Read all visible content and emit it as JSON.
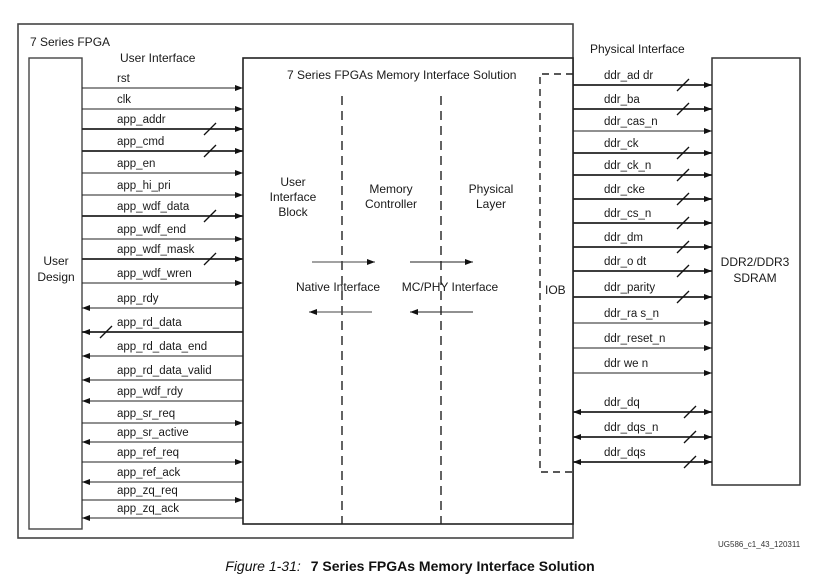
{
  "diagram": {
    "fpga_label": "7 Series FPGA",
    "user_interface_label": "User Interface",
    "user_design_label": [
      "User",
      "Design"
    ],
    "mis_title": "7 Series FPGAs Memory Interface Solution",
    "blocks": {
      "user_interface_block": [
        "User",
        "Interface",
        "Block"
      ],
      "memory_controller": [
        "Memory",
        "Controller"
      ],
      "physical_layer": [
        "Physical",
        "Layer"
      ]
    },
    "native_interface_label": "Native Interface",
    "mcphy_interface_label": "MC/PHY Interface",
    "iob_label": "IOB",
    "physical_interface_label": "Physical Interface",
    "sdram_label": [
      "DDR2/DDR3",
      "SDRAM"
    ],
    "user_signals": [
      {
        "name": "rst",
        "dir": "in",
        "bus": false
      },
      {
        "name": "clk",
        "dir": "in",
        "bus": false
      },
      {
        "name": "app_addr",
        "dir": "in",
        "bus": true
      },
      {
        "name": "app_cmd",
        "dir": "in",
        "bus": true
      },
      {
        "name": "app_en",
        "dir": "in",
        "bus": false
      },
      {
        "name": "app_hi_pri",
        "dir": "in",
        "bus": false
      },
      {
        "name": "app_wdf_data",
        "dir": "in",
        "bus": true
      },
      {
        "name": "app_wdf_end",
        "dir": "in",
        "bus": false
      },
      {
        "name": "app_wdf_mask",
        "dir": "in",
        "bus": true
      },
      {
        "name": "app_wdf_wren",
        "dir": "in",
        "bus": false
      },
      {
        "name": "app_rdy",
        "dir": "out",
        "bus": false
      },
      {
        "name": "app_rd_data",
        "dir": "out",
        "bus": true
      },
      {
        "name": "app_rd_data_end",
        "dir": "out",
        "bus": false
      },
      {
        "name": "app_rd_data_valid",
        "dir": "out",
        "bus": false
      },
      {
        "name": "app_wdf_rdy",
        "dir": "out",
        "bus": false
      },
      {
        "name": "app_sr_req",
        "dir": "in",
        "bus": false
      },
      {
        "name": "app_sr_active",
        "dir": "out",
        "bus": false
      },
      {
        "name": "app_ref_req",
        "dir": "in",
        "bus": false
      },
      {
        "name": "app_ref_ack",
        "dir": "out",
        "bus": false
      },
      {
        "name": "app_zq_req",
        "dir": "in",
        "bus": false
      },
      {
        "name": "app_zq_ack",
        "dir": "out",
        "bus": false
      }
    ],
    "ddr_signals": [
      {
        "name": "ddr_ad dr",
        "dir": "out",
        "bus": true
      },
      {
        "name": "ddr_ba",
        "dir": "out",
        "bus": true
      },
      {
        "name": "ddr_cas_n",
        "dir": "out",
        "bus": false
      },
      {
        "name": "ddr_ck",
        "dir": "out",
        "bus": true
      },
      {
        "name": "ddr_ck_n",
        "dir": "out",
        "bus": true
      },
      {
        "name": "ddr_cke",
        "dir": "out",
        "bus": true
      },
      {
        "name": "ddr_cs_n",
        "dir": "out",
        "bus": true
      },
      {
        "name": "ddr_dm",
        "dir": "out",
        "bus": true
      },
      {
        "name": "ddr_o dt",
        "dir": "out",
        "bus": true
      },
      {
        "name": "ddr_parity",
        "dir": "out",
        "bus": true
      },
      {
        "name": "ddr_ra s_n",
        "dir": "out",
        "bus": false
      },
      {
        "name": "ddr_reset_n",
        "dir": "out",
        "bus": false
      },
      {
        "name": "ddr we n",
        "dir": "out",
        "bus": false
      },
      {
        "name": "ddr_dq",
        "dir": "bidir",
        "bus": true
      },
      {
        "name": "ddr_dqs_n",
        "dir": "bidir",
        "bus": true
      },
      {
        "name": "ddr_dqs",
        "dir": "bidir",
        "bus": true
      }
    ],
    "figure_id": "UG586_c1_43_120311"
  },
  "caption": {
    "number": "Figure 1-31:",
    "title": "7 Series FPGAs Memory Interface Solution"
  }
}
